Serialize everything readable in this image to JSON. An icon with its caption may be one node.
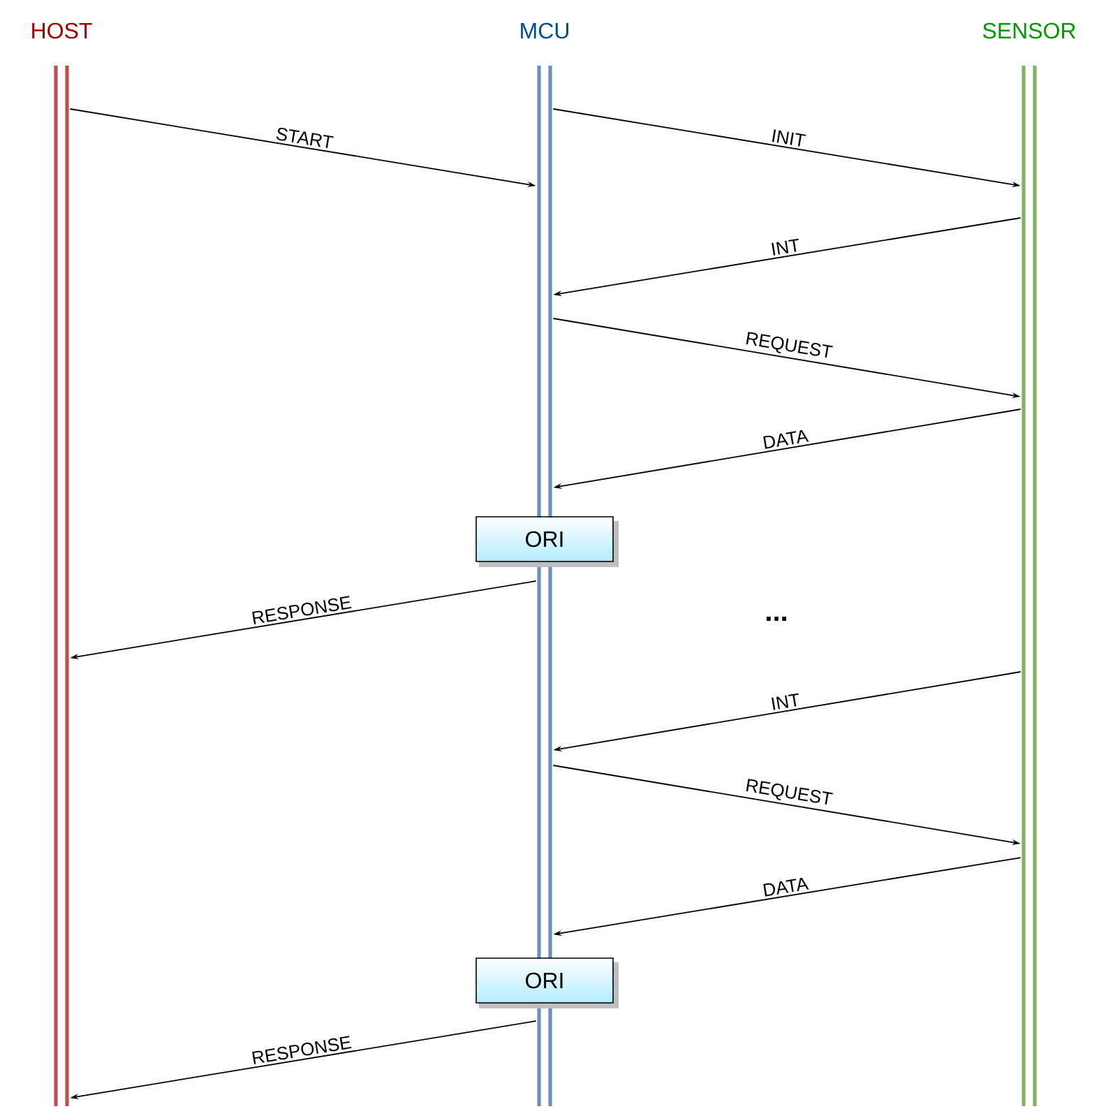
{
  "diagram": {
    "nodes": [
      {
        "text": [
          "HOST"
        ]
      },
      {
        "text": [
          "MCU"
        ]
      },
      {
        "text": [
          "SENSOR"
        ]
      },
      {
        "text": [
          "ORI"
        ]
      },
      {
        "text": [
          "ORI"
        ]
      }
    ],
    "edges": [
      {
        "from": 0,
        "to": 1,
        "arrow": "to",
        "label": "START"
      },
      {
        "from": 1,
        "to": 2,
        "arrow": "to",
        "label": "INIT"
      },
      {
        "from": 2,
        "to": 1,
        "arrow": "to",
        "label": "INT"
      },
      {
        "from": 1,
        "to": 2,
        "arrow": "to",
        "label": "REQUEST"
      },
      {
        "from": 2,
        "to": 1,
        "arrow": "to",
        "label": "DATA"
      },
      {
        "from": 1,
        "to": 0,
        "arrow": "to",
        "label": "RESPONSE"
      },
      {
        "from": 2,
        "to": 1,
        "arrow": "to",
        "label": "INT"
      },
      {
        "from": 1,
        "to": 2,
        "arrow": "to",
        "label": "REQUEST"
      },
      {
        "from": 2,
        "to": 1,
        "arrow": "to",
        "label": "DATA"
      },
      {
        "from": 1,
        "to": 0,
        "arrow": "to",
        "label": "RESPONSE"
      }
    ],
    "labels": [
      "..."
    ]
  }
}
